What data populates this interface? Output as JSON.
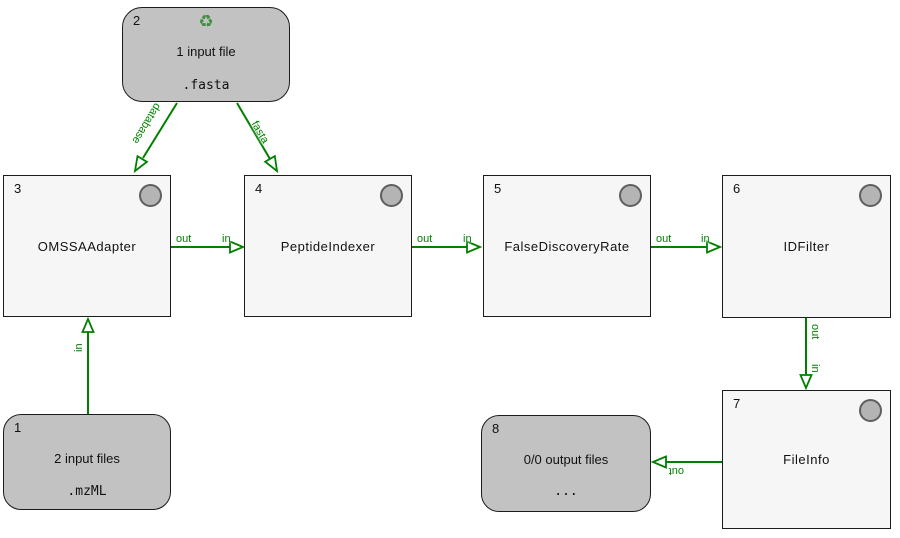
{
  "app": "workflow-editor-canvas",
  "colors": {
    "edge_green": "#008000",
    "io_node_fill": "#c2c2c2",
    "tool_node_fill": "#f6f6f6",
    "node_border": "#1c1c1c",
    "status_circle_fill": "#b4b4b4",
    "status_circle_border": "#5f5f5f",
    "recycle_green": "#3e8e41"
  },
  "icons": {
    "recycle": "♻"
  },
  "nodes": {
    "fasta_input": {
      "id": "2",
      "line1": "1 input file",
      "line2": ".fasta"
    },
    "mzml_input": {
      "id": "1",
      "line1": "2 input files",
      "line2": ".mzML"
    },
    "output": {
      "id": "8",
      "line1": "0/0 output files",
      "line2": "..."
    },
    "omssa_adapter": {
      "id": "3",
      "label": "OMSSAAdapter"
    },
    "peptide_indexer": {
      "id": "4",
      "label": "PeptideIndexer"
    },
    "false_discovery_rate": {
      "id": "5",
      "label": "FalseDiscoveryRate"
    },
    "id_filter": {
      "id": "6",
      "label": "IDFilter"
    },
    "file_info": {
      "id": "7",
      "label": "FileInfo"
    }
  },
  "edge_labels": {
    "database": "database",
    "fasta": "fasta",
    "out": "out",
    "in": "in"
  }
}
